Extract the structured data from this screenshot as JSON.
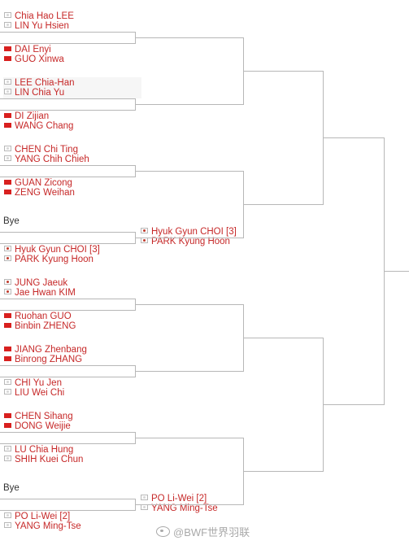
{
  "bracket": {
    "round1": [
      {
        "p1": {
          "name": "Chia Hao LEE",
          "country": "tw"
        },
        "p2": {
          "name": "LIN Yu Hsien",
          "country": "tw"
        }
      },
      {
        "p1": {
          "name": "DAI Enyi",
          "country": "cn"
        },
        "p2": {
          "name": "GUO Xinwa",
          "country": "cn"
        }
      },
      {
        "p1": {
          "name": "LEE Chia-Han",
          "country": "tw"
        },
        "p2": {
          "name": "LIN Chia Yu",
          "country": "tw"
        }
      },
      {
        "p1": {
          "name": "DI Zijian",
          "country": "cn"
        },
        "p2": {
          "name": "WANG Chang",
          "country": "cn"
        }
      },
      {
        "p1": {
          "name": "CHEN Chi Ting",
          "country": "tw"
        },
        "p2": {
          "name": "YANG Chih Chieh",
          "country": "tw"
        }
      },
      {
        "p1": {
          "name": "GUAN Zicong",
          "country": "cn"
        },
        "p2": {
          "name": "ZENG Weihan",
          "country": "cn"
        }
      },
      {
        "bye": "Bye"
      },
      {
        "p1": {
          "name": "Hyuk Gyun CHOI [3]",
          "country": "kr"
        },
        "p2": {
          "name": "PARK Kyung Hoon",
          "country": "kr"
        }
      },
      {
        "p1": {
          "name": "JUNG Jaeuk",
          "country": "kr"
        },
        "p2": {
          "name": "Jae Hwan KIM",
          "country": "kr"
        }
      },
      {
        "p1": {
          "name": "Ruohan GUO",
          "country": "cn"
        },
        "p2": {
          "name": "Binbin ZHENG",
          "country": "cn"
        }
      },
      {
        "p1": {
          "name": "JIANG Zhenbang",
          "country": "cn"
        },
        "p2": {
          "name": "Binrong ZHANG",
          "country": "cn"
        }
      },
      {
        "p1": {
          "name": "CHI Yu Jen",
          "country": "tw"
        },
        "p2": {
          "name": "LIU Wei Chi",
          "country": "tw"
        }
      },
      {
        "p1": {
          "name": "CHEN Sihang",
          "country": "cn"
        },
        "p2": {
          "name": "DONG Weijie",
          "country": "cn"
        }
      },
      {
        "p1": {
          "name": "LU Chia Hung",
          "country": "tw"
        },
        "p2": {
          "name": "SHIH Kuei Chun",
          "country": "tw"
        }
      },
      {
        "bye": "Bye"
      },
      {
        "p1": {
          "name": "PO Li-Wei [2]",
          "country": "tw"
        },
        "p2": {
          "name": "YANG Ming-Tse",
          "country": "tw"
        }
      }
    ],
    "round2": [
      {
        "index": 3,
        "p1": {
          "name": "Hyuk Gyun CHOI [3]",
          "country": "kr"
        },
        "p2": {
          "name": "PARK Kyung Hoon",
          "country": "kr"
        }
      },
      {
        "index": 7,
        "p1": {
          "name": "PO Li-Wei [2]",
          "country": "tw"
        },
        "p2": {
          "name": "YANG Ming-Tse",
          "country": "tw"
        }
      }
    ]
  },
  "watermark": {
    "text": "@BWF世界羽联",
    "icon": "weibo-icon"
  },
  "colors": {
    "name": "#c62828",
    "line": "#b7b7b7",
    "cn_flag": "#d8201f"
  }
}
